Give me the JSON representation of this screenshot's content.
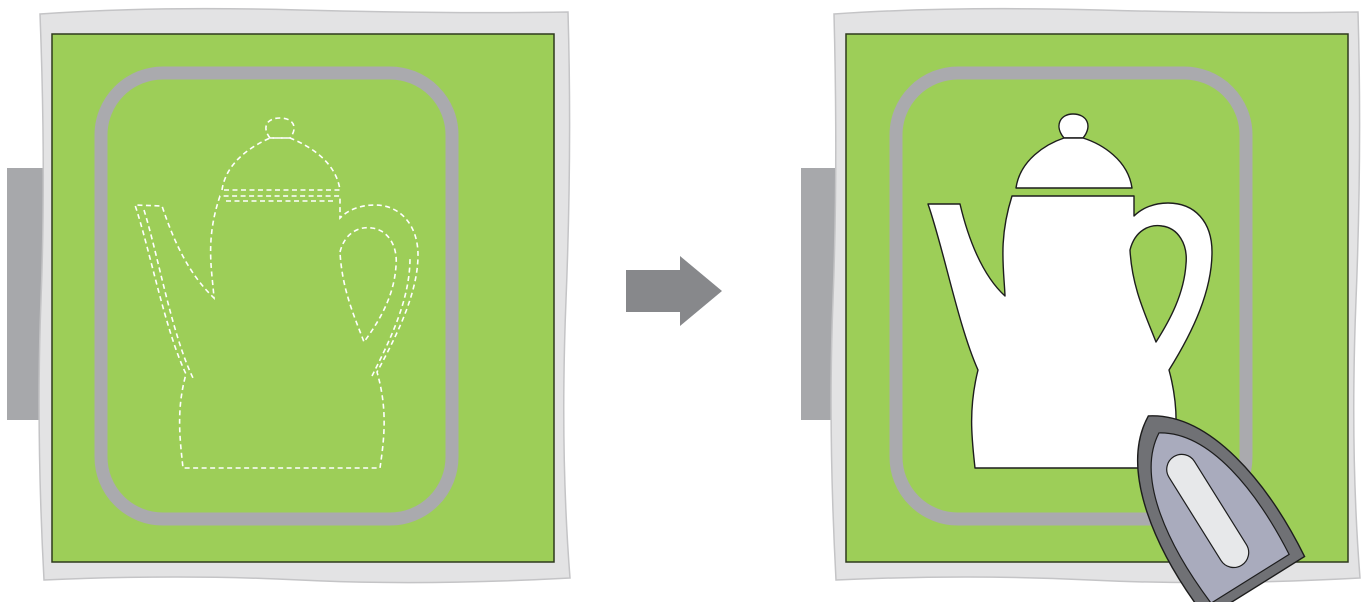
{
  "steps": [
    {
      "state": "stitched-outline",
      "motif": "teapot"
    },
    {
      "state": "fused-applique",
      "motif": "teapot",
      "tool": "iron"
    }
  ],
  "arrow": {
    "direction": "right"
  },
  "icons": [
    "iron-icon",
    "arrow-right-icon",
    "teapot-icon"
  ],
  "colors": {
    "fabric": "#9dce58",
    "hoop": "#aaaaae",
    "stabilizer": "#e3e3e4",
    "machine_arm": "#a7a8ab",
    "arrow": "#87888b",
    "applique": "#ffffff",
    "iron_base": "#707175",
    "iron_plate": "#a9abbd",
    "iron_handle": "#e7e8ea"
  }
}
